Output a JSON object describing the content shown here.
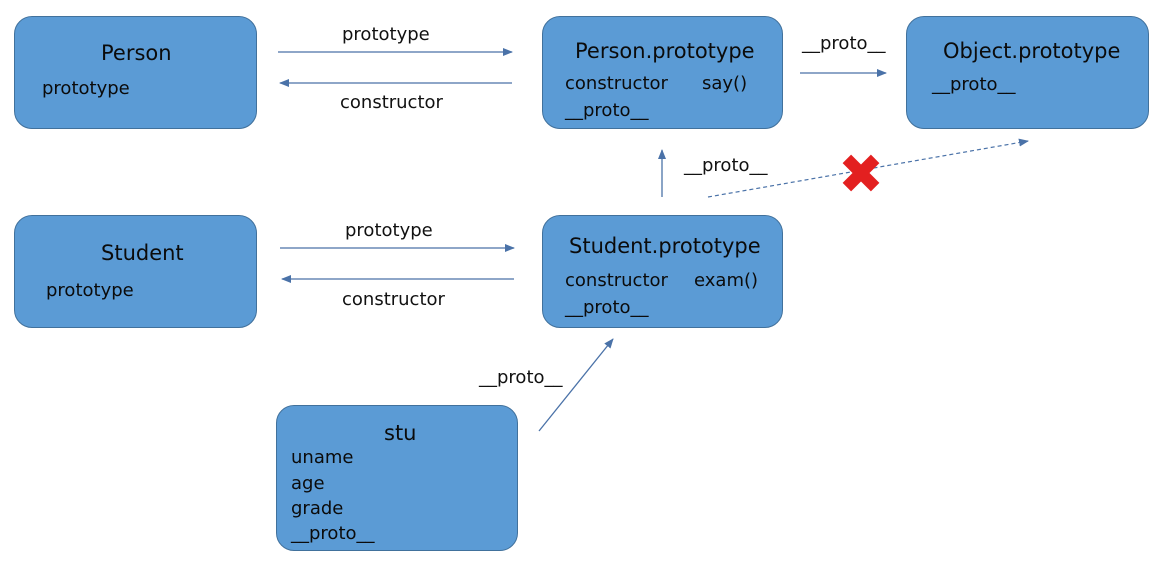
{
  "nodes": {
    "person": {
      "title": "Person",
      "items": [
        "prototype"
      ]
    },
    "person_prototype": {
      "title": "Person.prototype",
      "items": [
        "constructor",
        "say()",
        "__proto__"
      ]
    },
    "object_prototype": {
      "title": "Object.prototype",
      "items": [
        "__proto__"
      ]
    },
    "student": {
      "title": "Student",
      "items": [
        "prototype"
      ]
    },
    "student_prototype": {
      "title": "Student.prototype",
      "items": [
        "constructor",
        "exam()",
        "__proto__"
      ]
    },
    "stu": {
      "title": "stu",
      "items": [
        "uname",
        "age",
        "grade",
        "__proto__"
      ]
    }
  },
  "edges": {
    "person_to_proto": "prototype",
    "proto_to_person": "constructor",
    "pproto_to_object": "__proto__",
    "sproto_to_pproto": "__proto__",
    "student_to_proto": "prototype",
    "proto_to_student": "constructor",
    "stu_to_sproto": "__proto__"
  },
  "colors": {
    "node_fill": "#5b9bd5",
    "node_border": "#41719c",
    "arrow": "#4a72a8",
    "cross": "#e32020"
  },
  "icons": {
    "broken_link": "cross-icon"
  }
}
